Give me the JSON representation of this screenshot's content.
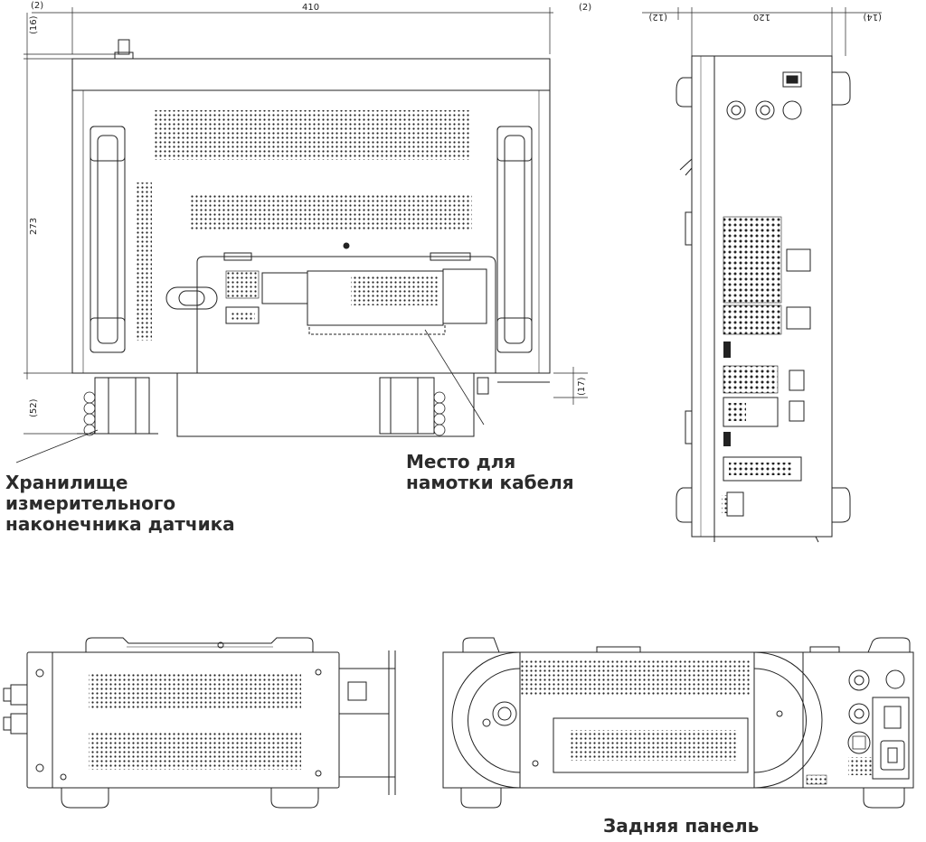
{
  "dimensions": {
    "top_view": {
      "left_gap": "(2)",
      "width": "410",
      "right_gap": "(2)",
      "top_offset": "(16)",
      "height": "273",
      "cable_offset": "(17)",
      "bottom_depth": "(52)"
    },
    "side_view": {
      "left_gap": "(12)",
      "width": "120",
      "right_gap": "(14)"
    }
  },
  "captions": {
    "probe_storage": [
      "Хранилище",
      "измерительного",
      "наконечника датчика"
    ],
    "cable_winding": [
      "Место для",
      "намотки кабеля"
    ],
    "rear_panel": "Задняя панель"
  },
  "colors": {
    "line": "#222222",
    "caption": "#2b2b2b",
    "background": "#ffffff"
  }
}
